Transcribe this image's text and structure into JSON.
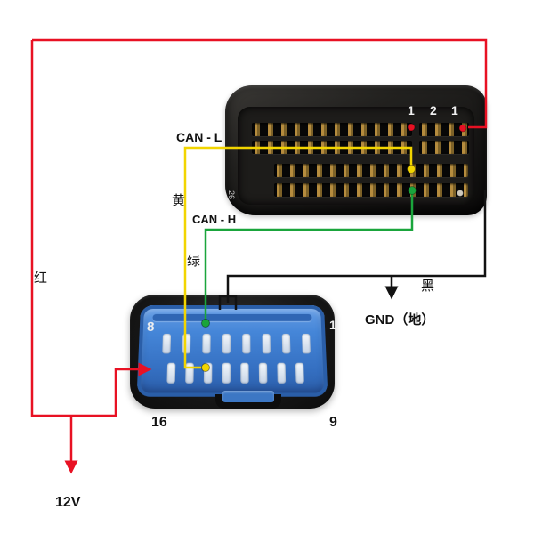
{
  "colors": {
    "red": "#e81123",
    "yellow": "#f2d500",
    "green": "#1aa53c",
    "black_wire": "#121212",
    "blue_connector": "#3e7ed2",
    "silver": "#cfcabe"
  },
  "wires": {
    "can_l_label": "CAN - L",
    "can_h_label": "CAN - H",
    "yellow_cn": "黄",
    "red_cn": "红",
    "green_cn": "绿",
    "black_cn": "黑"
  },
  "terminals": {
    "gnd_label": "GND（地）",
    "power_label": "12V"
  },
  "top_connector": {
    "pin_labels": [
      "1",
      "2",
      "1"
    ],
    "side_label": "26"
  },
  "bottom_connector": {
    "top_left_pin": "8",
    "top_right_pin": "1",
    "bottom_left_pin": "16",
    "bottom_right_pin": "9"
  }
}
